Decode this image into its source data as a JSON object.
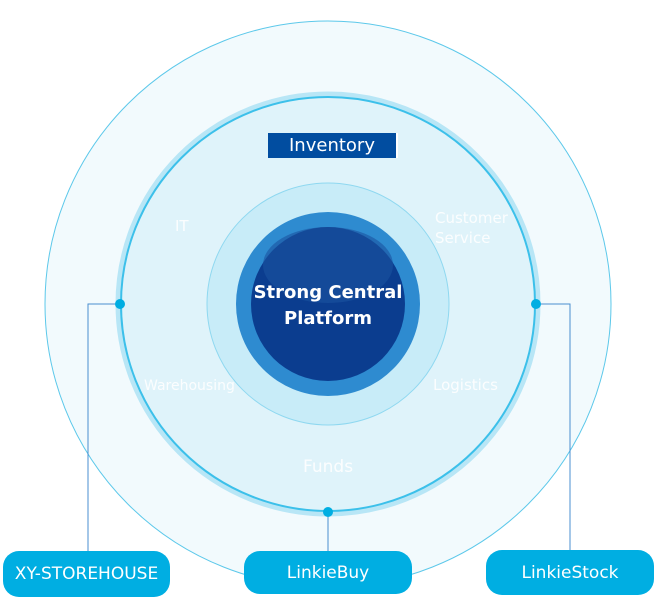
{
  "center": {
    "line1": "Strong Central",
    "line2": "Platform"
  },
  "top_label": "Inventory",
  "segments": [
    "IT",
    "Customer Service",
    "Warehousing",
    "Logistics",
    "Funds"
  ],
  "buttons": [
    "XY-STOREHOUSE",
    "LinkieBuy",
    "LinkieStock"
  ],
  "colors": {
    "accent": "#00aee2",
    "dark": "#0b3d8f",
    "ring": "#2e8bd0"
  }
}
